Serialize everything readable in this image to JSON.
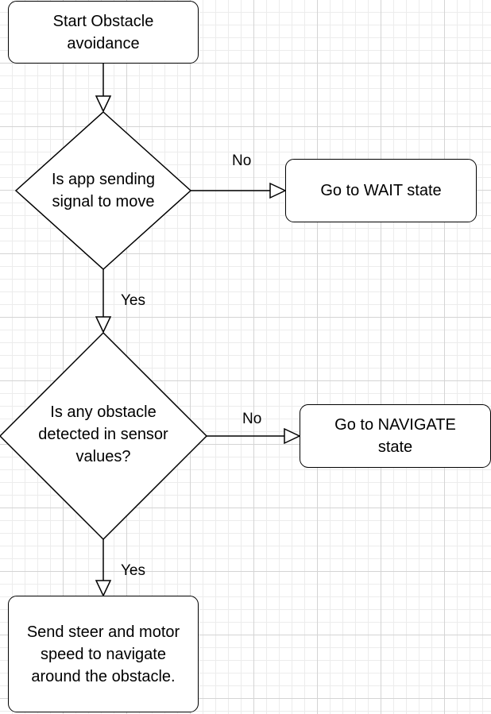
{
  "nodes": {
    "start": "Start Obstacle\navoidance",
    "decision_app_signal": "Is app sending\nsignal to move",
    "wait_state": "Go to WAIT state",
    "decision_obstacle": "Is any obstacle\ndetected in sensor\nvalues?",
    "navigate_state": "Go to NAVIGATE\nstate",
    "steer_action": "Send steer and motor\nspeed to navigate\naround the obstacle."
  },
  "edges": {
    "app_signal_no": "No",
    "app_signal_yes": "Yes",
    "obstacle_no": "No",
    "obstacle_yes": "Yes"
  }
}
